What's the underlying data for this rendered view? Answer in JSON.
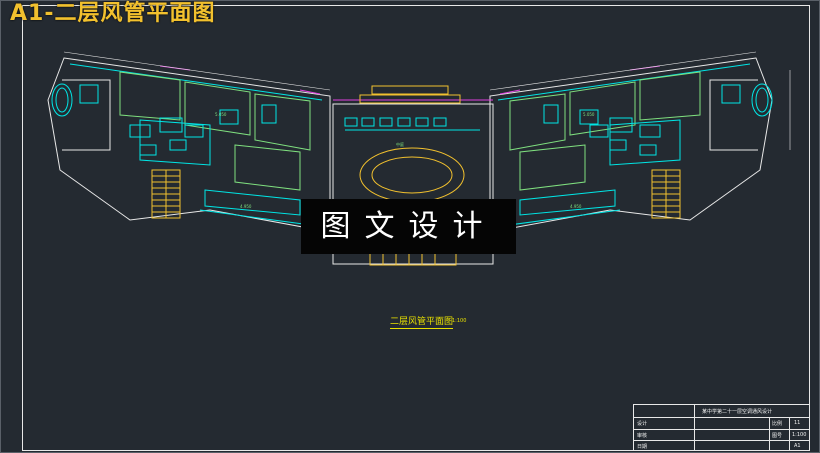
{
  "drawing": {
    "banner_title": "A1-二层风管平面图",
    "watermark": "图文设计",
    "plan_caption": "二层风管平面图",
    "plan_scale": "1:100",
    "central_hall_label": "中庭",
    "elevation_marks": [
      "5.050",
      "4.950",
      "5.050",
      "4.950"
    ]
  },
  "title_block": {
    "project_title": "某中学第二十一层空调通风设计",
    "labels": [
      "设计",
      "审核",
      "日期",
      "比例",
      "图号"
    ],
    "values": [
      "11",
      "1:100",
      "A1"
    ]
  },
  "colors": {
    "background": "#242a31",
    "walls": "#ffffff",
    "ducts": "#00e5e5",
    "rooms": "#7fe07f",
    "stairs": "#f2c12e",
    "accent": "#e040e0",
    "dimension": "#f2c12e"
  }
}
